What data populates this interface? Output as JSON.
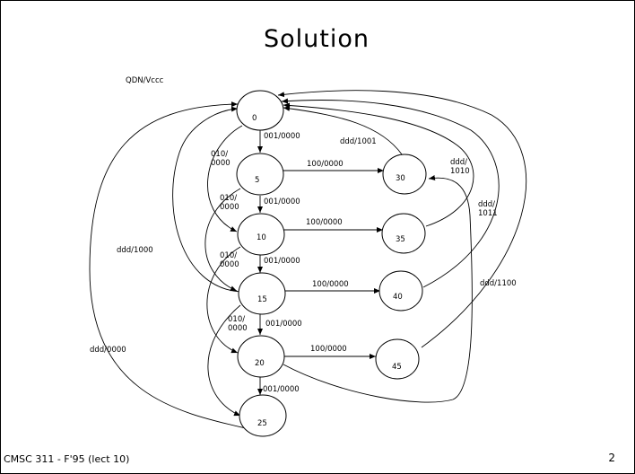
{
  "slide": {
    "title": "Solution",
    "footer_left": "CMSC 311 - F'95 (lect 10)",
    "page_number": "2"
  },
  "diagram": {
    "header_label": "QDN/Vccc",
    "states": [
      {
        "id": "s0",
        "label": "0"
      },
      {
        "id": "s5",
        "label": "5"
      },
      {
        "id": "s10",
        "label": "10"
      },
      {
        "id": "s15",
        "label": "15"
      },
      {
        "id": "s20",
        "label": "20"
      },
      {
        "id": "s25",
        "label": "25"
      },
      {
        "id": "s30",
        "label": "30"
      },
      {
        "id": "s35",
        "label": "35"
      },
      {
        "id": "s40",
        "label": "40"
      },
      {
        "id": "s45",
        "label": "45"
      }
    ],
    "edge_labels": {
      "e0_5": "001/0000",
      "e5_10": "001/0000",
      "e10_15": "001/0000",
      "e15_20": "001/0000",
      "e20_25": "001/0000",
      "e5_30": "100/0000",
      "e10_35": "100/0000",
      "e15_40": "100/0000",
      "e20_45": "100/0000",
      "e30_0": "ddd/1001",
      "e35_0": "ddd/\n1010",
      "e40_0": "ddd/\n1011",
      "e45_0": "ddd/1100",
      "e0_10": "010/\n0000",
      "e5_15": "010/\n0000",
      "e10_20": "010/\n0000",
      "e15_25": "010/\n0000",
      "e15_0": "ddd/1000",
      "e25_0": "ddd/0000"
    }
  }
}
